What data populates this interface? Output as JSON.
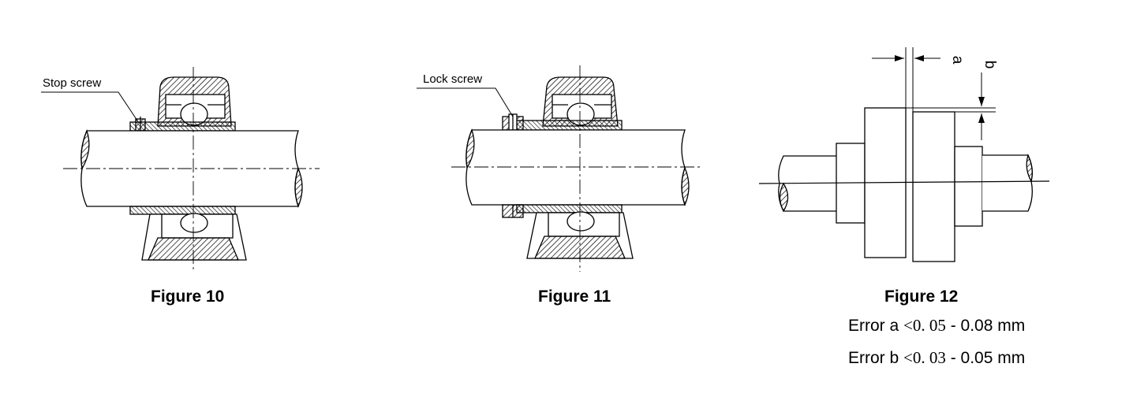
{
  "figures": [
    {
      "caption": "Figure 10",
      "callout": "Stop screw"
    },
    {
      "caption": "Figure 11",
      "callout": "Lock screw"
    },
    {
      "caption": "Figure 12",
      "dim_a": "a",
      "dim_b": "b"
    }
  ],
  "errors": [
    {
      "prefix": "Error a ",
      "lt": "<",
      "low": "0. 05",
      "suffix": " - 0.08 mm"
    },
    {
      "prefix": "Error b ",
      "lt": "<",
      "low": "0. 03",
      "suffix": " - 0.05 mm"
    }
  ]
}
